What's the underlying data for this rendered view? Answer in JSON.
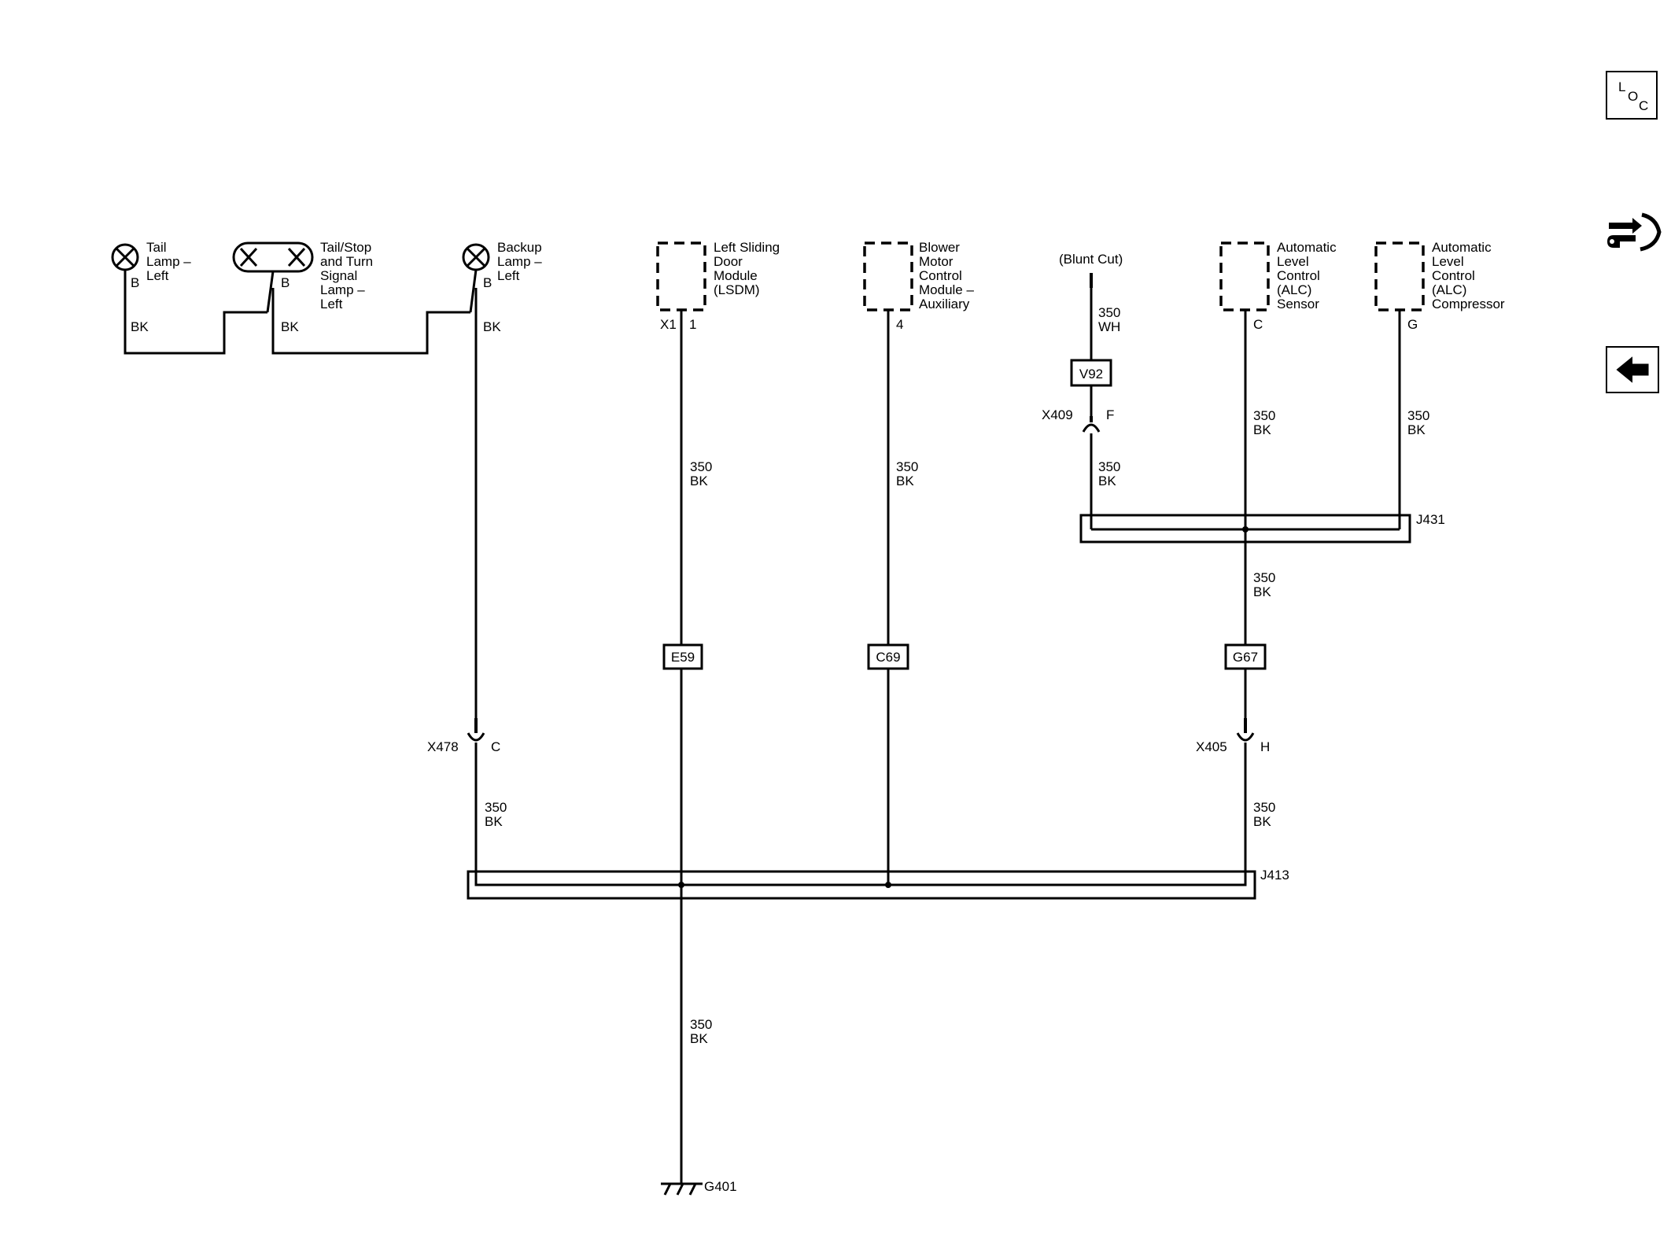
{
  "components": {
    "tail_lamp": {
      "lines": [
        "Tail",
        "Lamp –",
        "Left"
      ],
      "pin": "B",
      "wire": "BK"
    },
    "tail_stop_turn_lamp": {
      "lines": [
        "Tail/Stop",
        "and Turn",
        "Signal",
        "Lamp –",
        "Left"
      ],
      "pin": "B",
      "wire": "BK"
    },
    "backup_lamp": {
      "lines": [
        "Backup",
        "Lamp –",
        "Left"
      ],
      "pin": "B",
      "wire": "BK"
    },
    "lsdm": {
      "lines": [
        "Left Sliding",
        "Door",
        "Module",
        "(LSDM)"
      ],
      "connector": "X1",
      "pin": "1",
      "wire": [
        "350",
        "BK"
      ]
    },
    "blower": {
      "lines": [
        "Blower",
        "Motor",
        "Control",
        "Module –",
        "Auxiliary"
      ],
      "pin": "4",
      "wire": [
        "350",
        "BK"
      ]
    },
    "blunt_cut": {
      "label": "(Blunt Cut)",
      "wire_top": [
        "350",
        "WH"
      ],
      "wire_bottom": [
        "350",
        "BK"
      ]
    },
    "alc_sensor": {
      "lines": [
        "Automatic",
        "Level",
        "Control",
        "(ALC)",
        "Sensor"
      ],
      "pin": "C",
      "wire": [
        "350",
        "BK"
      ]
    },
    "alc_compressor": {
      "lines": [
        "Automatic",
        "Level",
        "Control",
        "(ALC)",
        "Compressor"
      ],
      "pin": "G",
      "wire": [
        "350",
        "BK"
      ]
    }
  },
  "splices": {
    "v92": "V92",
    "e59": "E59",
    "c69": "C69",
    "g67": "G67"
  },
  "connectors": {
    "x409": {
      "name": "X409",
      "pin": "F"
    },
    "x478": {
      "name": "X478",
      "pin": "C"
    },
    "x405": {
      "name": "X405",
      "pin": "H"
    }
  },
  "junctions": {
    "j431": "J431",
    "j413": "J413"
  },
  "wires": {
    "j431_out": [
      "350",
      "BK"
    ],
    "x478_out": [
      "350",
      "BK"
    ],
    "x405_out": [
      "350",
      "BK"
    ],
    "ground_wire": [
      "350",
      "BK"
    ]
  },
  "ground": {
    "name": "G401"
  },
  "sidebar": {
    "loc": {
      "l": "L",
      "o": "O",
      "c": "C"
    }
  }
}
